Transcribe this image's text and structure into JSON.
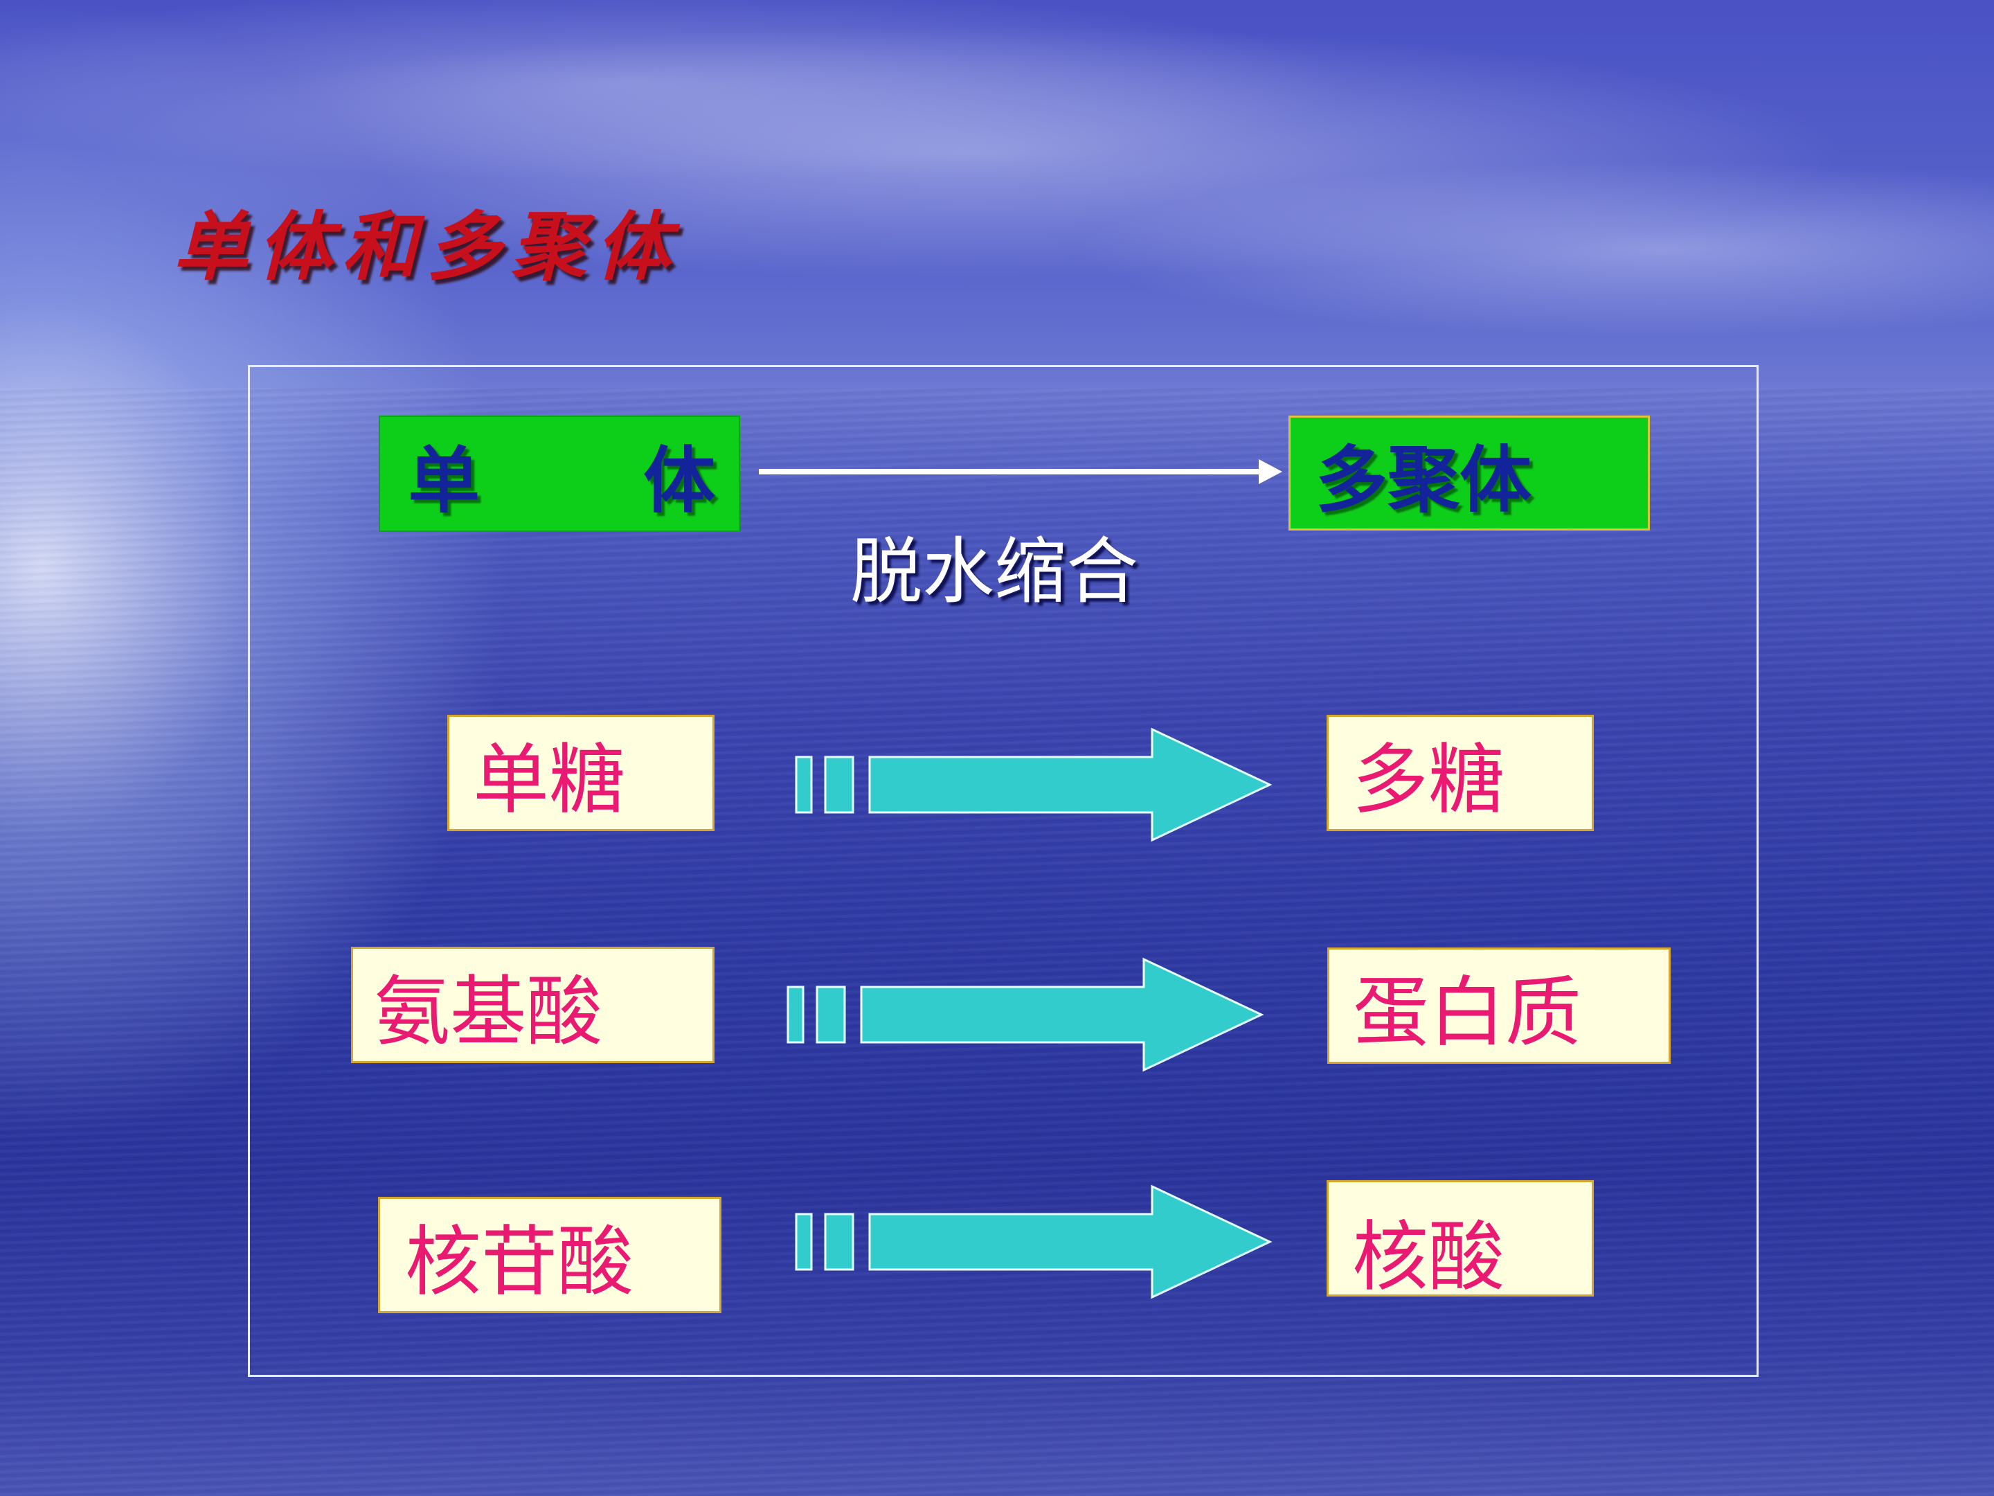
{
  "slide": {
    "title": "单体和多聚体"
  },
  "header_row": {
    "left_label": "单 体",
    "right_label": "多聚体",
    "process_label": "脱水缩合"
  },
  "rows": [
    {
      "monomer": "单糖",
      "polymer": "多糖"
    },
    {
      "monomer": "氨基酸",
      "polymer": "蛋白质"
    },
    {
      "monomer": "核苷酸",
      "polymer": "核酸"
    }
  ],
  "colors": {
    "title": "#c8101c",
    "green_box": "#0dcf1a",
    "green_text": "#13239a",
    "cream_box": "#ffffe0",
    "cream_border": "#d6a62e",
    "pink_text": "#ea1a72",
    "arrow": "#33cccc"
  },
  "icons": {
    "process_arrow": "right-arrow-icon",
    "row_arrows": "striped-block-arrow-icon"
  }
}
